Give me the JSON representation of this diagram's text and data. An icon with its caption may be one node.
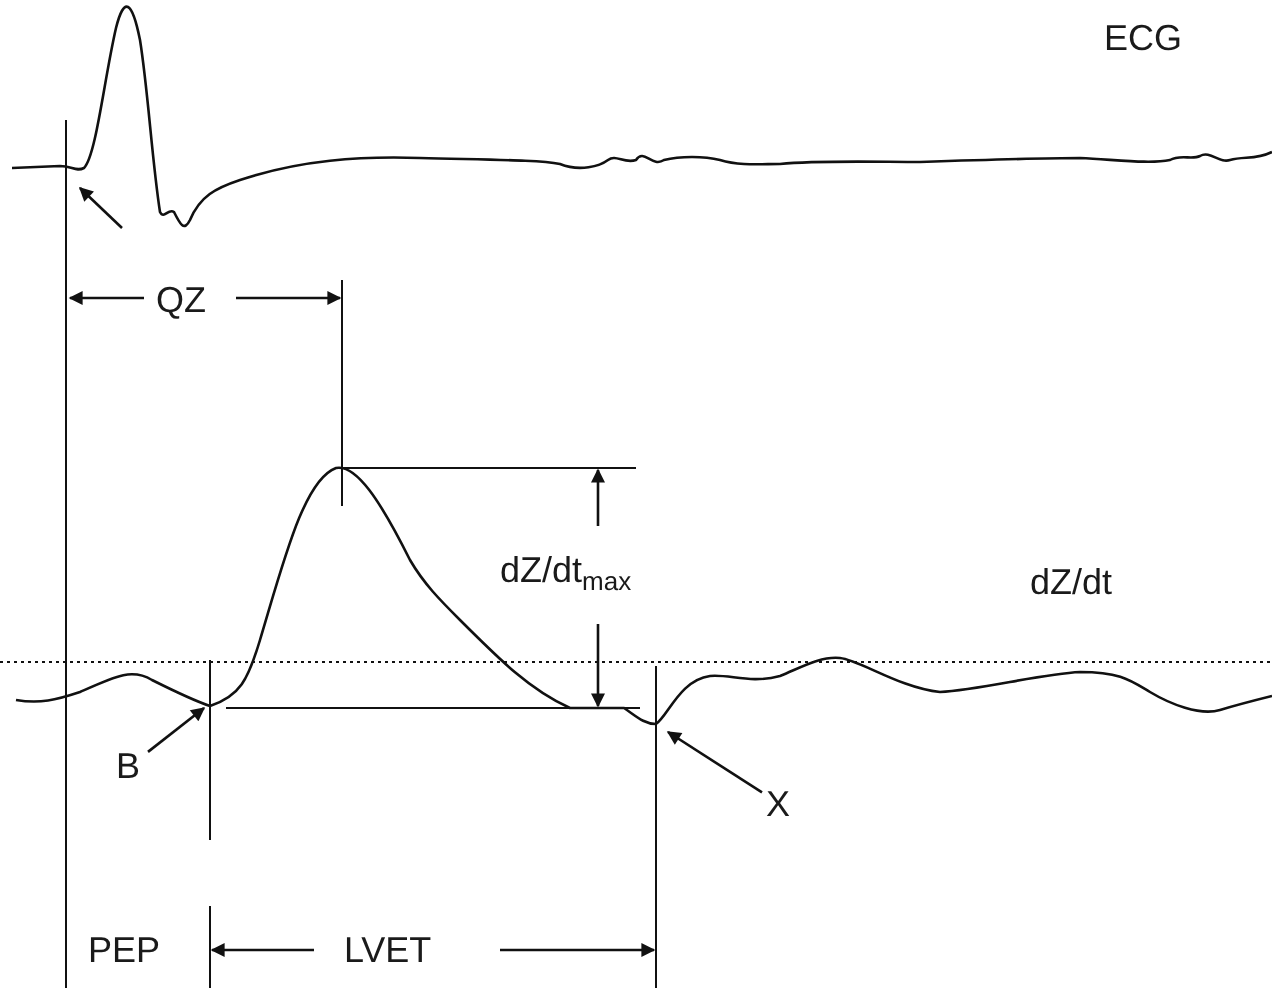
{
  "diagram": {
    "nodes": [
      {
        "text": [
          "B"
        ]
      },
      {
        "text": [
          "X"
        ]
      }
    ],
    "edges": [
      {
        "from": 0,
        "to": null,
        "arrow": "to"
      },
      {
        "from": 1,
        "to": null,
        "arrow": "to"
      }
    ],
    "labels": [
      "ECG",
      "QZ",
      "dZ/dt$_{max}$",
      "dZ/dt",
      "PEP",
      "LVET"
    ]
  }
}
